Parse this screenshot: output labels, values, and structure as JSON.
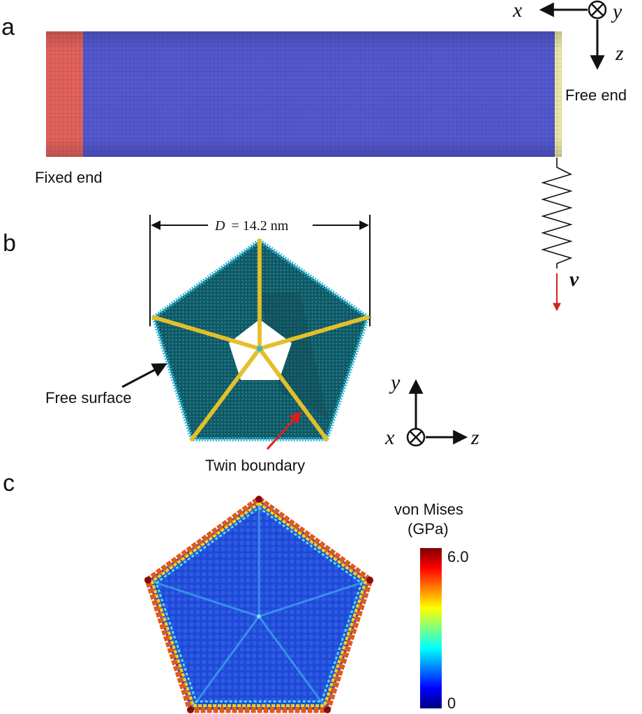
{
  "panels": {
    "a": {
      "label": "a",
      "fixed_end": "Fixed end",
      "free_end": "Free end",
      "velocity_symbol": "v",
      "axes": {
        "x": "x",
        "y": "y",
        "z": "z"
      },
      "colors": {
        "fixed_region": "#e2625c",
        "body": "#5458cf",
        "free_region": "#ece7a4",
        "velocity_arrow": "#d42020"
      }
    },
    "b": {
      "label": "b",
      "dimension_symbol": "D",
      "dimension_value": "= 14.2 nm",
      "free_surface": "Free surface",
      "twin_boundary": "Twin boundary",
      "axes": {
        "x": "x",
        "y": "y",
        "z": "z"
      },
      "colors": {
        "surface_atoms": "#2bb8d6",
        "body": "#0f5763",
        "twin_boundary_atoms": "#e4bf2a",
        "pointer_red": "#e02020"
      }
    },
    "c": {
      "label": "c",
      "colorbar_title_1": "von Mises",
      "colorbar_title_2": "(GPa)",
      "colorbar_max": "6.0",
      "colorbar_min": "0",
      "colormap": "jet"
    }
  }
}
